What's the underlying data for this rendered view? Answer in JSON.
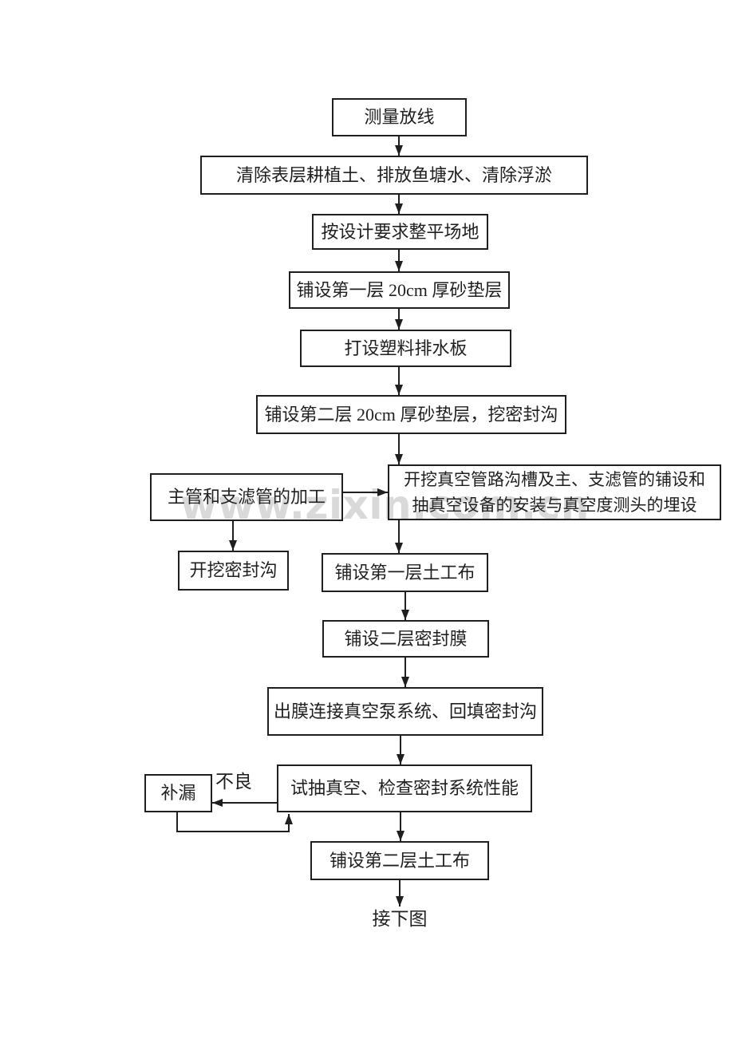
{
  "diagram": {
    "type": "flowchart",
    "watermark": "www.zixin.com.cn",
    "nodes": {
      "surveyLayout": "测量放线",
      "clearTopsoil": "清除表层耕植土、排放鱼塘水、清除浮淤",
      "levelSite": "按设计要求整平场地",
      "firstSandLayer": "铺设第一层 20cm 厚砂垫层",
      "plasticDrainBoard": "打设塑料排水板",
      "secondSandLayer": "铺设第二层 20cm 厚砂垫层，挖密封沟",
      "pipeProcessing": "主管和支滤管的加工",
      "trenchAndVacuum": "开挖真空管路沟槽及主、支滤管的铺设和\n抽真空设备的安装与真空度测头的埋设",
      "sealTrenchDig": "开挖密封沟",
      "firstGeotextile": "铺设第一层土工布",
      "sealMembrane": "铺设二层密封膜",
      "membranePump": "出膜连接真空泵系统、回填密封沟",
      "vacuumTest": "试抽真空、检查密封系统性能",
      "leakRepair": "补漏",
      "secondGeotextile": "铺设第二层土工布"
    },
    "labels": {
      "notGood": "不良",
      "continuedBelow": "接下图"
    },
    "colors": {
      "line": "#1f1f1f",
      "watermark": "#d9d9d9",
      "background": "#ffffff"
    }
  }
}
